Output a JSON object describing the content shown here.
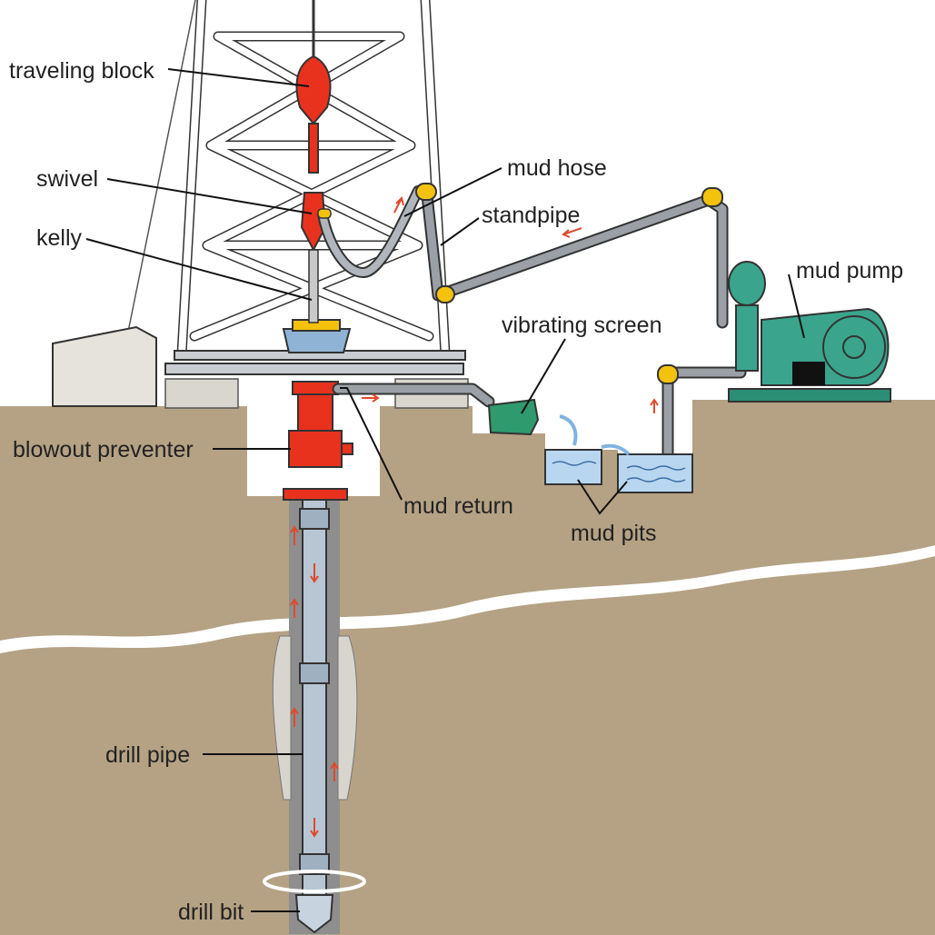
{
  "labels": {
    "traveling_block": "traveling block",
    "swivel": "swivel",
    "kelly": "kelly",
    "mud_hose": "mud hose",
    "standpipe": "standpipe",
    "mud_pump": "mud pump",
    "vibrating_screen": "vibrating screen",
    "blowout_preventer": "blowout preventer",
    "mud_return": "mud return",
    "mud_pits": "mud pits",
    "drill_pipe": "drill pipe",
    "drill_bit": "drill bit"
  },
  "colors": {
    "ground": "#b5a284",
    "equipment_red": "#e8321e",
    "pump_teal": "#3aa58c",
    "screen_green": "#2e9a6e",
    "mud_water": "#b9d6f0",
    "elbow_yellow": "#f4c20d",
    "flow_arrow": "#e0492a"
  }
}
